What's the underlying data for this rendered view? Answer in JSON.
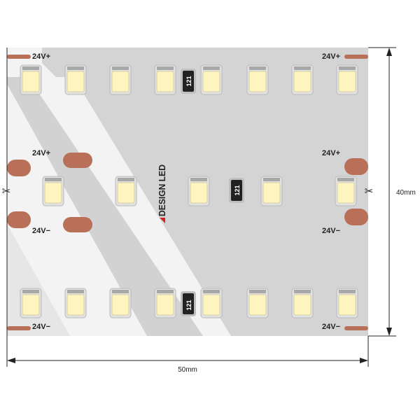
{
  "labels": {
    "top_left": "24V+",
    "top_right": "24V+",
    "mid_upper_left": "24V+",
    "mid_upper_right": "24V+",
    "mid_lower_left": "24V−",
    "mid_lower_right": "24V−",
    "bottom_left": "24V−",
    "bottom_right": "24V−"
  },
  "resistors": {
    "top": "121",
    "middle": "121",
    "bottom": "121"
  },
  "dimensions": {
    "width": "50mm",
    "height": "40mm"
  },
  "cut_marks": {
    "left": "✂",
    "right": "✂"
  },
  "logo": {
    "text": "DESIGN LED"
  },
  "colors": {
    "pad": "#b87058",
    "strip": "#f3f3f3",
    "shadow": "#d4d4d4",
    "led_body": "#e2e2e2",
    "led_emitter": "#fdf4c0",
    "logo_red": "#d42020"
  }
}
